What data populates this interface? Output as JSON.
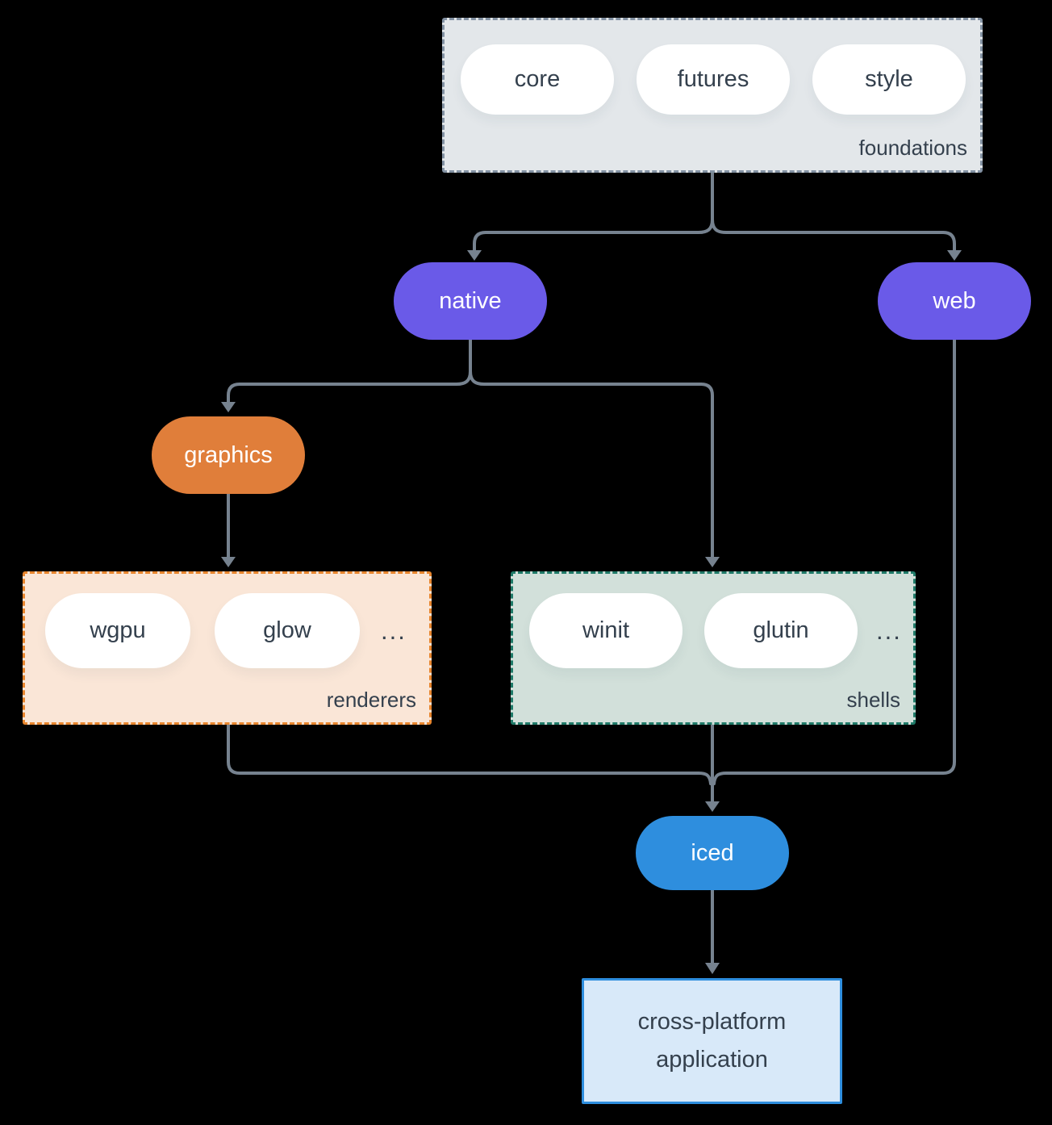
{
  "colors": {
    "background": "#000000",
    "line": "#76828f",
    "text-dark": "#34404d",
    "node-purple": "#6a5ae8",
    "node-orange": "#e07e3a",
    "node-blue": "#2e8ede",
    "pill-bg": "#ffffff",
    "foundations-bg": "#e3e7ea",
    "foundations-border": "#8392a3",
    "renderers-bg": "#fae6d7",
    "renderers-border": "#e8862e",
    "shells-bg": "#d2e0da",
    "shells-border": "#1f7a68",
    "app-bg": "#d8e9f9",
    "app-border": "#2e8ede"
  },
  "foundations": {
    "label": "foundations",
    "pills": [
      "core",
      "futures",
      "style"
    ]
  },
  "native": {
    "label": "native"
  },
  "web": {
    "label": "web"
  },
  "graphics": {
    "label": "graphics"
  },
  "renderers": {
    "label": "renderers",
    "pills": [
      "wgpu",
      "glow"
    ],
    "ellipsis": "..."
  },
  "shells": {
    "label": "shells",
    "pills": [
      "winit",
      "glutin"
    ],
    "ellipsis": "..."
  },
  "iced": {
    "label": "iced"
  },
  "application": {
    "label": "cross-platform application"
  }
}
